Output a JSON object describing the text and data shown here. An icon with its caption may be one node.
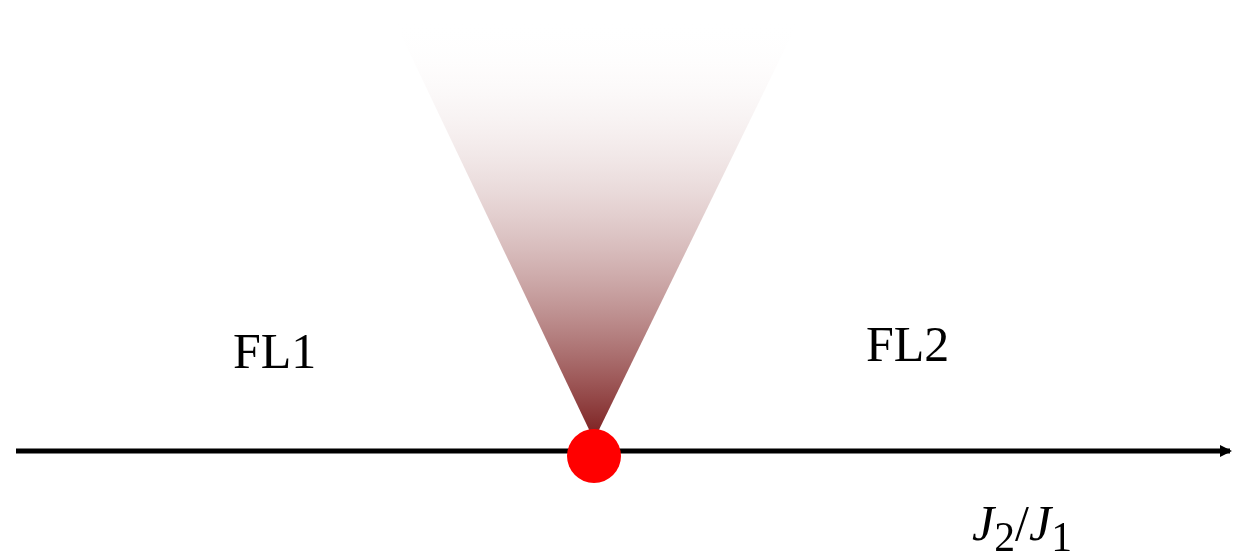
{
  "diagram": {
    "labels": [
      "FL1",
      "FL2",
      "*J*$_{2}$/*J*$_{1}$"
    ]
  }
}
